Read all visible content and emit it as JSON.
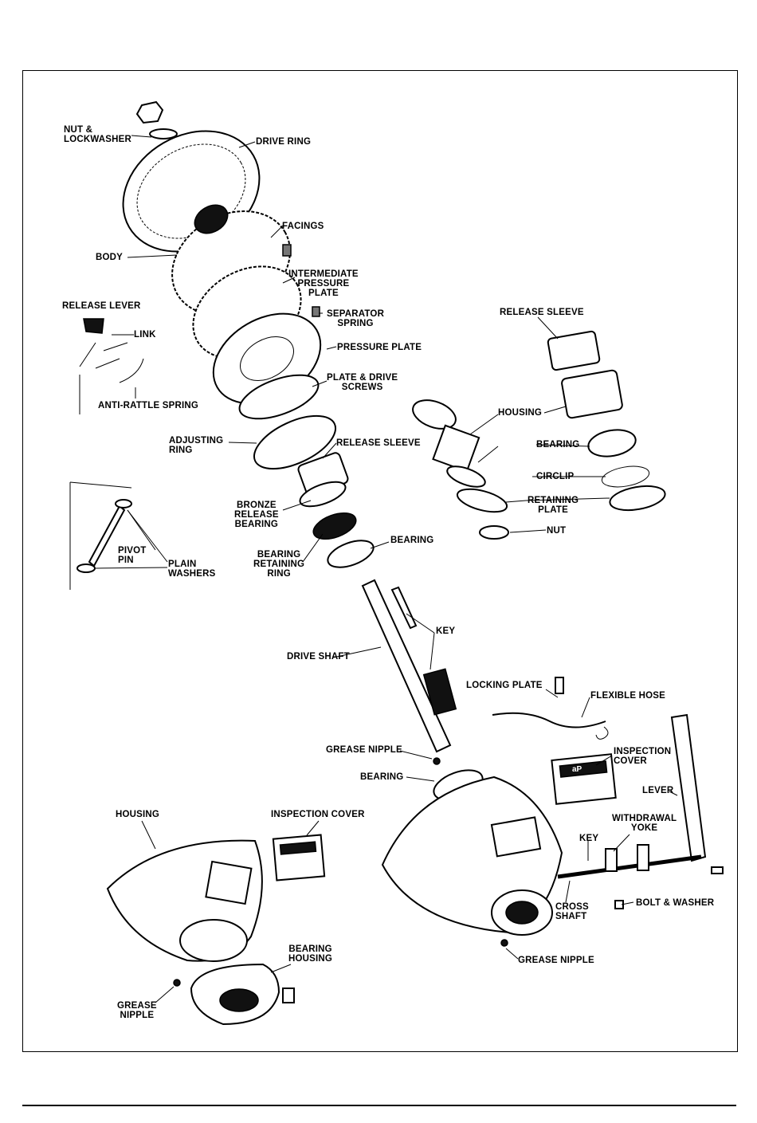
{
  "labels": {
    "nut_lockwasher": "NUT &\nLOCKWASHER",
    "drive_ring": "DRIVE RING",
    "facings": "FACINGS",
    "body": "BODY",
    "intermediate_pressure_plate": "INTERMEDIATE\nPRESSURE\nPLATE",
    "release_lever": "RELEASE LEVER",
    "link": "LINK",
    "separator_spring": "SEPARATOR\nSPRING",
    "pressure_plate": "PRESSURE PLATE",
    "anti_rattle_spring": "ANTI-RATTLE SPRING",
    "plate_drive_screws": "PLATE & DRIVE\nSCREWS",
    "adjusting_ring": "ADJUSTING\nRING",
    "release_sleeve_center": "RELEASE SLEEVE",
    "release_sleeve_right": "RELEASE SLEEVE",
    "housing_upper": "HOUSING",
    "bearing_upper_right": "BEARING",
    "circlip": "CIRCLIP",
    "retaining_plate": "RETAINING\nPLATE",
    "nut": "NUT",
    "bronze_release_bearing": "BRONZE\nRELEASE\nBEARING",
    "pivot_pin": "PIVOT\nPIN",
    "plain_washers": "PLAIN\nWASHERS",
    "bearing_retaining_ring": "BEARING\nRETAINING\nRING",
    "bearing_center": "BEARING",
    "key_upper": "KEY",
    "drive_shaft": "DRIVE SHAFT",
    "locking_plate": "LOCKING PLATE",
    "flexible_hose": "FLEXIBLE HOSE",
    "grease_nipple_center": "GREASE NIPPLE",
    "bearing_lower": "BEARING",
    "inspection_cover_right": "INSPECTION\nCOVER",
    "lever": "LEVER",
    "housing_lower": "HOUSING",
    "inspection_cover_left": "INSPECTION COVER",
    "withdrawal_yoke": "WITHDRAWAL\nYOKE",
    "key_lower": "KEY",
    "cross_shaft": "CROSS\nSHAFT",
    "bolt_washer": "BOLT & WASHER",
    "bearing_housing": "BEARING\nHOUSING",
    "grease_nipple_lower_right": "GREASE NIPPLE",
    "grease_nipple_lower_left": "GREASE\nNIPPLE"
  },
  "plate_logo": "aP"
}
